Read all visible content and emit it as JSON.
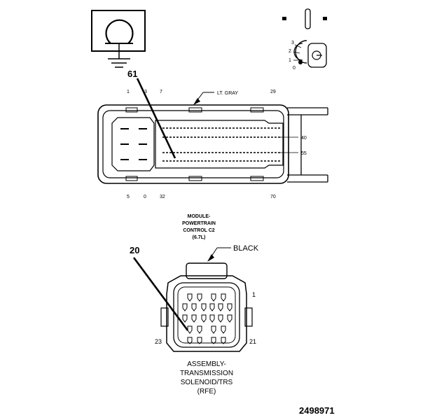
{
  "figure_id": "2498971",
  "ground_symbol": {
    "icon": "ground-symbol-icon"
  },
  "ignition_switch": {
    "icon": "ignition-key-switch-icon",
    "positions": [
      "3",
      "2",
      "1",
      "0"
    ]
  },
  "connector_pcm": {
    "pointer_label": "61",
    "color_label": "LT. GRAY",
    "top_pins": [
      "1",
      "3",
      "7",
      "29"
    ],
    "bottom_pins": [
      "5",
      "0",
      "32",
      "70"
    ],
    "right_pins": [
      "40",
      "55"
    ],
    "caption": [
      "MODULE-",
      "POWERTRAIN",
      "CONTROL C2",
      "(6.7L)"
    ]
  },
  "connector_tcm": {
    "pointer_label": "20",
    "color_label": "BLACK",
    "pin_labels": {
      "top_right": "1",
      "bottom_left": "23",
      "bottom_right": "21"
    },
    "caption": [
      "ASSEMBLY-",
      "TRANSMISSION",
      "SOLENOID/TRS",
      "(RFE)"
    ]
  }
}
